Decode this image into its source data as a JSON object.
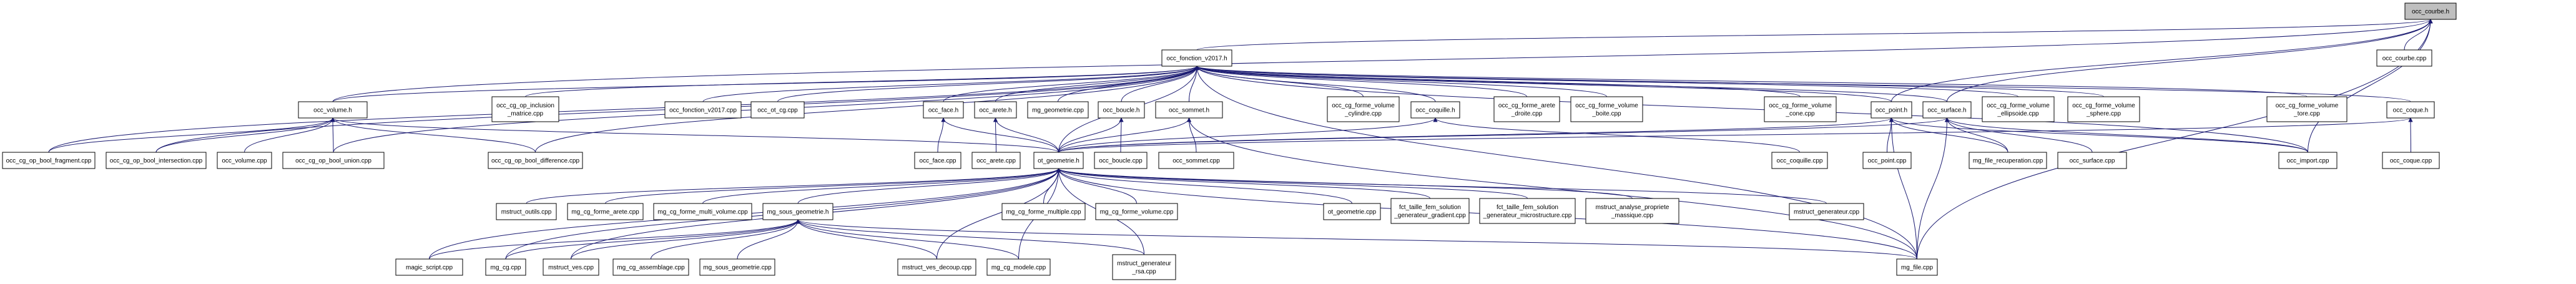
{
  "title": "occ_courbe.h include dependency graph (included-by)",
  "colors": {
    "edge": "#191970",
    "node_border": "#000000",
    "root_fill": "#bfbfbf",
    "node_fill": "#ffffff"
  },
  "nodes": [
    {
      "id": "occ_courbe_h",
      "lines": [
        "occ_courbe.h"
      ],
      "root": true
    },
    {
      "id": "occ_courbe_cpp",
      "lines": [
        "occ_courbe.cpp"
      ]
    },
    {
      "id": "occ_fonction_v2017_h",
      "lines": [
        "occ_fonction_v2017.h"
      ]
    },
    {
      "id": "occ_volume_h",
      "lines": [
        "occ_volume.h"
      ]
    },
    {
      "id": "occ_cg_op_inclusion_matrice_cpp",
      "lines": [
        "occ_cg_op_inclusion",
        "_matrice.cpp"
      ]
    },
    {
      "id": "occ_fonction_v2017_cpp",
      "lines": [
        "occ_fonction_v2017.cpp"
      ]
    },
    {
      "id": "occ_ot_cg_cpp",
      "lines": [
        "occ_ot_cg.cpp"
      ]
    },
    {
      "id": "occ_face_h",
      "lines": [
        "occ_face.h"
      ]
    },
    {
      "id": "occ_arete_h",
      "lines": [
        "occ_arete.h"
      ]
    },
    {
      "id": "mg_geometrie_cpp",
      "lines": [
        "mg_geometrie.cpp"
      ]
    },
    {
      "id": "occ_boucle_h",
      "lines": [
        "occ_boucle.h"
      ]
    },
    {
      "id": "occ_sommet_h",
      "lines": [
        "occ_sommet.h"
      ]
    },
    {
      "id": "occ_cg_forme_volume_cylindre_cpp",
      "lines": [
        "occ_cg_forme_volume",
        "_cylindre.cpp"
      ]
    },
    {
      "id": "occ_coquille_h",
      "lines": [
        "occ_coquille.h"
      ]
    },
    {
      "id": "occ_cg_forme_arete_droite_cpp",
      "lines": [
        "occ_cg_forme_arete",
        "_droite.cpp"
      ]
    },
    {
      "id": "occ_cg_forme_volume_boite_cpp",
      "lines": [
        "occ_cg_forme_volume",
        "_boite.cpp"
      ]
    },
    {
      "id": "occ_cg_forme_volume_cone_cpp",
      "lines": [
        "occ_cg_forme_volume",
        "_cone.cpp"
      ]
    },
    {
      "id": "occ_point_h",
      "lines": [
        "occ_point.h"
      ]
    },
    {
      "id": "occ_surface_h",
      "lines": [
        "occ_surface.h"
      ]
    },
    {
      "id": "occ_cg_forme_volume_ellipsoide_cpp",
      "lines": [
        "occ_cg_forme_volume",
        "_ellipsoide.cpp"
      ]
    },
    {
      "id": "occ_cg_forme_volume_sphere_cpp",
      "lines": [
        "occ_cg_forme_volume",
        "_sphere.cpp"
      ]
    },
    {
      "id": "occ_cg_forme_volume_tore_cpp",
      "lines": [
        "occ_cg_forme_volume",
        "_tore.cpp"
      ]
    },
    {
      "id": "occ_coque_h",
      "lines": [
        "occ_coque.h"
      ]
    },
    {
      "id": "occ_cg_op_bool_fragment_cpp",
      "lines": [
        "occ_cg_op_bool_fragment.cpp"
      ]
    },
    {
      "id": "occ_cg_op_bool_intersection_cpp",
      "lines": [
        "occ_cg_op_bool_intersection.cpp"
      ]
    },
    {
      "id": "occ_volume_cpp",
      "lines": [
        "occ_volume.cpp"
      ]
    },
    {
      "id": "occ_cg_op_bool_union_cpp",
      "lines": [
        "occ_cg_op_bool_union.cpp"
      ]
    },
    {
      "id": "occ_cg_op_bool_difference_cpp",
      "lines": [
        "occ_cg_op_bool_difference.cpp"
      ]
    },
    {
      "id": "occ_face_cpp",
      "lines": [
        "occ_face.cpp"
      ]
    },
    {
      "id": "occ_arete_cpp",
      "lines": [
        "occ_arete.cpp"
      ]
    },
    {
      "id": "ot_geometrie_h",
      "lines": [
        "ot_geometrie.h"
      ]
    },
    {
      "id": "occ_boucle_cpp",
      "lines": [
        "occ_boucle.cpp"
      ]
    },
    {
      "id": "occ_sommet_cpp",
      "lines": [
        "occ_sommet.cpp"
      ]
    },
    {
      "id": "occ_coquille_cpp",
      "lines": [
        "occ_coquille.cpp"
      ]
    },
    {
      "id": "occ_point_cpp",
      "lines": [
        "occ_point.cpp"
      ]
    },
    {
      "id": "mg_file_recuperation_cpp",
      "lines": [
        "mg_file_recuperation.cpp"
      ]
    },
    {
      "id": "occ_surface_cpp",
      "lines": [
        "occ_surface.cpp"
      ]
    },
    {
      "id": "occ_import_cpp",
      "lines": [
        "occ_import.cpp"
      ]
    },
    {
      "id": "occ_coque_cpp",
      "lines": [
        "occ_coque.cpp"
      ]
    },
    {
      "id": "mstruct_outils_cpp",
      "lines": [
        "mstruct_outils.cpp"
      ]
    },
    {
      "id": "mg_cg_forme_arete_cpp",
      "lines": [
        "mg_cg_forme_arete.cpp"
      ]
    },
    {
      "id": "mg_cg_forme_multi_volume_cpp",
      "lines": [
        "mg_cg_forme_multi_volume.cpp"
      ]
    },
    {
      "id": "mg_sous_geometrie_h",
      "lines": [
        "mg_sous_geometrie.h"
      ]
    },
    {
      "id": "mg_cg_forme_multiple_cpp",
      "lines": [
        "mg_cg_forme_multiple.cpp"
      ]
    },
    {
      "id": "mg_cg_forme_volume_cpp",
      "lines": [
        "mg_cg_forme_volume.cpp"
      ]
    },
    {
      "id": "ot_geometrie_cpp",
      "lines": [
        "ot_geometrie.cpp"
      ]
    },
    {
      "id": "fct_taille_fem_solution_generateur_gradient_cpp",
      "lines": [
        "fct_taille_fem_solution",
        "_generateur_gradient.cpp"
      ]
    },
    {
      "id": "fct_taille_fem_solution_generateur_microstructure_cpp",
      "lines": [
        "fct_taille_fem_solution",
        "_generateur_microstructure.cpp"
      ]
    },
    {
      "id": "mstruct_analyse_propriete_massique_cpp",
      "lines": [
        "mstruct_analyse_propriete",
        "_massique.cpp"
      ]
    },
    {
      "id": "mstruct_generateur_cpp",
      "lines": [
        "mstruct_generateur.cpp"
      ]
    },
    {
      "id": "magic_script_cpp",
      "lines": [
        "magic_script.cpp"
      ]
    },
    {
      "id": "mg_cg_cpp",
      "lines": [
        "mg_cg.cpp"
      ]
    },
    {
      "id": "mstruct_ves_cpp",
      "lines": [
        "mstruct_ves.cpp"
      ]
    },
    {
      "id": "mg_cg_assemblage_cpp",
      "lines": [
        "mg_cg_assemblage.cpp"
      ]
    },
    {
      "id": "mg_sous_geometrie_cpp",
      "lines": [
        "mg_sous_geometrie.cpp"
      ]
    },
    {
      "id": "mstruct_ves_decoup_cpp",
      "lines": [
        "mstruct_ves_decoup.cpp"
      ]
    },
    {
      "id": "mg_cg_modele_cpp",
      "lines": [
        "mg_cg_modele.cpp"
      ]
    },
    {
      "id": "mstruct_generateur_rsa_cpp",
      "lines": [
        "mstruct_generateur",
        "_rsa.cpp"
      ]
    },
    {
      "id": "mg_file_cpp",
      "lines": [
        "mg_file.cpp"
      ]
    }
  ],
  "edges": [
    [
      "occ_courbe_cpp",
      "occ_courbe_h"
    ],
    [
      "occ_fonction_v2017_h",
      "occ_courbe_h"
    ],
    [
      "occ_volume_h",
      "occ_courbe_h"
    ],
    [
      "occ_point_h",
      "occ_courbe_h"
    ],
    [
      "occ_surface_h",
      "occ_courbe_h"
    ],
    [
      "occ_import_cpp",
      "occ_courbe_h"
    ],
    [
      "mg_file_cpp",
      "occ_courbe_h"
    ],
    [
      "occ_volume_h",
      "occ_fonction_v2017_h"
    ],
    [
      "occ_cg_op_inclusion_matrice_cpp",
      "occ_fonction_v2017_h"
    ],
    [
      "occ_fonction_v2017_cpp",
      "occ_fonction_v2017_h"
    ],
    [
      "occ_ot_cg_cpp",
      "occ_fonction_v2017_h"
    ],
    [
      "occ_face_h",
      "occ_fonction_v2017_h"
    ],
    [
      "occ_arete_h",
      "occ_fonction_v2017_h"
    ],
    [
      "mg_geometrie_cpp",
      "occ_fonction_v2017_h"
    ],
    [
      "occ_boucle_h",
      "occ_fonction_v2017_h"
    ],
    [
      "occ_sommet_h",
      "occ_fonction_v2017_h"
    ],
    [
      "occ_cg_forme_volume_cylindre_cpp",
      "occ_fonction_v2017_h"
    ],
    [
      "occ_coquille_h",
      "occ_fonction_v2017_h"
    ],
    [
      "occ_cg_forme_arete_droite_cpp",
      "occ_fonction_v2017_h"
    ],
    [
      "occ_cg_forme_volume_boite_cpp",
      "occ_fonction_v2017_h"
    ],
    [
      "occ_cg_forme_volume_cone_cpp",
      "occ_fonction_v2017_h"
    ],
    [
      "occ_point_h",
      "occ_fonction_v2017_h"
    ],
    [
      "occ_surface_h",
      "occ_fonction_v2017_h"
    ],
    [
      "occ_cg_forme_volume_ellipsoide_cpp",
      "occ_fonction_v2017_h"
    ],
    [
      "occ_cg_forme_volume_sphere_cpp",
      "occ_fonction_v2017_h"
    ],
    [
      "occ_cg_forme_volume_tore_cpp",
      "occ_fonction_v2017_h"
    ],
    [
      "occ_coque_h",
      "occ_fonction_v2017_h"
    ],
    [
      "occ_cg_op_bool_fragment_cpp",
      "occ_fonction_v2017_h"
    ],
    [
      "occ_cg_op_bool_intersection_cpp",
      "occ_fonction_v2017_h"
    ],
    [
      "occ_cg_op_bool_union_cpp",
      "occ_fonction_v2017_h"
    ],
    [
      "occ_cg_op_bool_difference_cpp",
      "occ_fonction_v2017_h"
    ],
    [
      "ot_geometrie_h",
      "occ_fonction_v2017_h"
    ],
    [
      "occ_import_cpp",
      "occ_fonction_v2017_h"
    ],
    [
      "mg_file_cpp",
      "occ_fonction_v2017_h"
    ],
    [
      "occ_cg_op_bool_fragment_cpp",
      "occ_volume_h"
    ],
    [
      "occ_cg_op_bool_intersection_cpp",
      "occ_volume_h"
    ],
    [
      "occ_volume_cpp",
      "occ_volume_h"
    ],
    [
      "occ_cg_op_bool_union_cpp",
      "occ_volume_h"
    ],
    [
      "occ_cg_op_bool_difference_cpp",
      "occ_volume_h"
    ],
    [
      "ot_geometrie_h",
      "occ_volume_h"
    ],
    [
      "occ_face_cpp",
      "occ_face_h"
    ],
    [
      "ot_geometrie_h",
      "occ_face_h"
    ],
    [
      "occ_arete_cpp",
      "occ_arete_h"
    ],
    [
      "ot_geometrie_h",
      "occ_arete_h"
    ],
    [
      "occ_boucle_cpp",
      "occ_boucle_h"
    ],
    [
      "ot_geometrie_h",
      "occ_boucle_h"
    ],
    [
      "occ_sommet_cpp",
      "occ_sommet_h"
    ],
    [
      "ot_geometrie_h",
      "occ_sommet_h"
    ],
    [
      "mg_file_cpp",
      "occ_sommet_h"
    ],
    [
      "occ_coquille_cpp",
      "occ_coquille_h"
    ],
    [
      "ot_geometrie_h",
      "occ_coquille_h"
    ],
    [
      "occ_point_cpp",
      "occ_point_h"
    ],
    [
      "mg_file_cpp",
      "occ_point_h"
    ],
    [
      "mg_file_recuperation_cpp",
      "occ_point_h"
    ],
    [
      "ot_geometrie_h",
      "occ_point_h"
    ],
    [
      "occ_import_cpp",
      "occ_point_h"
    ],
    [
      "occ_surface_cpp",
      "occ_surface_h"
    ],
    [
      "mg_file_cpp",
      "occ_surface_h"
    ],
    [
      "mg_file_recuperation_cpp",
      "occ_surface_h"
    ],
    [
      "ot_geometrie_h",
      "occ_surface_h"
    ],
    [
      "occ_import_cpp",
      "occ_surface_h"
    ],
    [
      "occ_coque_cpp",
      "occ_coque_h"
    ],
    [
      "ot_geometrie_h",
      "occ_coque_h"
    ],
    [
      "mstruct_outils_cpp",
      "ot_geometrie_h"
    ],
    [
      "mg_cg_forme_arete_cpp",
      "ot_geometrie_h"
    ],
    [
      "mg_cg_forme_multi_volume_cpp",
      "ot_geometrie_h"
    ],
    [
      "mg_sous_geometrie_h",
      "ot_geometrie_h"
    ],
    [
      "mg_cg_forme_multiple_cpp",
      "ot_geometrie_h"
    ],
    [
      "mg_cg_forme_volume_cpp",
      "ot_geometrie_h"
    ],
    [
      "ot_geometrie_cpp",
      "ot_geometrie_h"
    ],
    [
      "fct_taille_fem_solution_generateur_gradient_cpp",
      "ot_geometrie_h"
    ],
    [
      "fct_taille_fem_solution_generateur_microstructure_cpp",
      "ot_geometrie_h"
    ],
    [
      "mstruct_analyse_propriete_massique_cpp",
      "ot_geometrie_h"
    ],
    [
      "mstruct_generateur_cpp",
      "ot_geometrie_h"
    ],
    [
      "magic_script_cpp",
      "ot_geometrie_h"
    ],
    [
      "mg_cg_cpp",
      "ot_geometrie_h"
    ],
    [
      "mstruct_ves_cpp",
      "ot_geometrie_h"
    ],
    [
      "mstruct_ves_decoup_cpp",
      "ot_geometrie_h"
    ],
    [
      "mg_cg_modele_cpp",
      "ot_geometrie_h"
    ],
    [
      "mstruct_generateur_rsa_cpp",
      "ot_geometrie_h"
    ],
    [
      "mg_file_cpp",
      "ot_geometrie_h"
    ],
    [
      "magic_script_cpp",
      "mg_sous_geometrie_h"
    ],
    [
      "mg_cg_cpp",
      "mg_sous_geometrie_h"
    ],
    [
      "mstruct_ves_cpp",
      "mg_sous_geometrie_h"
    ],
    [
      "mg_cg_assemblage_cpp",
      "mg_sous_geometrie_h"
    ],
    [
      "mg_sous_geometrie_cpp",
      "mg_sous_geometrie_h"
    ],
    [
      "mstruct_ves_decoup_cpp",
      "mg_sous_geometrie_h"
    ],
    [
      "mg_cg_modele_cpp",
      "mg_sous_geometrie_h"
    ],
    [
      "mstruct_generateur_rsa_cpp",
      "mg_sous_geometrie_h"
    ],
    [
      "mg_file_cpp",
      "mg_sous_geometrie_h"
    ]
  ]
}
